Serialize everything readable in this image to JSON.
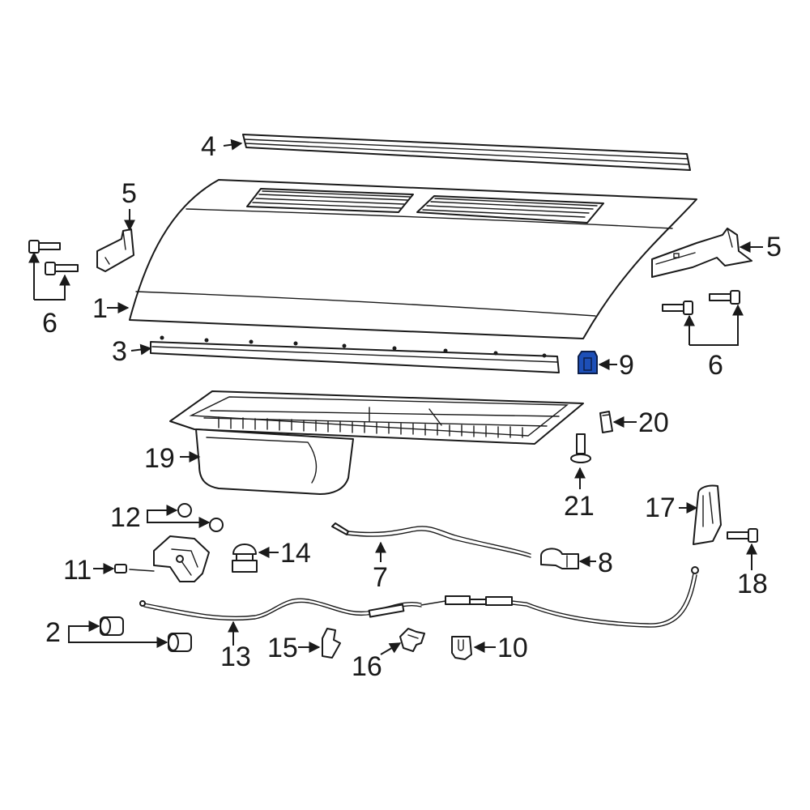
{
  "callouts": {
    "c1": "1",
    "c2": "2",
    "c3": "3",
    "c4": "4",
    "c5a": "5",
    "c5b": "5",
    "c6a": "6",
    "c6b": "6",
    "c7": "7",
    "c8": "8",
    "c9": "9",
    "c10": "10",
    "c11": "11",
    "c12": "12",
    "c13": "13",
    "c14": "14",
    "c15": "15",
    "c16": "16",
    "c17": "17",
    "c18": "18",
    "c19": "19",
    "c20": "20",
    "c21": "21"
  },
  "highlighted_part": "9",
  "colors": {
    "highlight": "#1d4fb8",
    "line": "#1a1a1a",
    "background": "#ffffff"
  }
}
